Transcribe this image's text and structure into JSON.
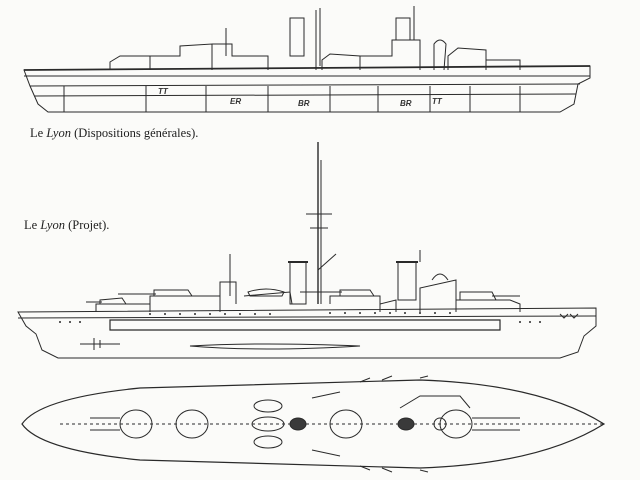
{
  "captions": [
    {
      "prefix": "Le ",
      "ship": "Lyon",
      "suffix": " (Dispositions générales)."
    },
    {
      "prefix": "Le ",
      "ship": "Lyon",
      "suffix": " (Projet)."
    }
  ],
  "compartment_labels": [
    "TT",
    "ER",
    "BR",
    "BR",
    "TT"
  ],
  "colors": {
    "ink": "#2a2a2a",
    "paper": "#fbfbf9"
  }
}
